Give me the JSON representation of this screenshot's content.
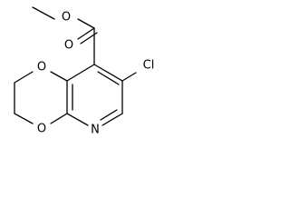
{
  "molecule": {
    "atoms": {
      "carbonyl_oxygen": "O",
      "ester_oxygen": "O",
      "chlorine": "Cl",
      "ring_oxygen_upper": "O",
      "ring_oxygen_lower": "O",
      "pyridine_nitrogen": "N"
    }
  }
}
